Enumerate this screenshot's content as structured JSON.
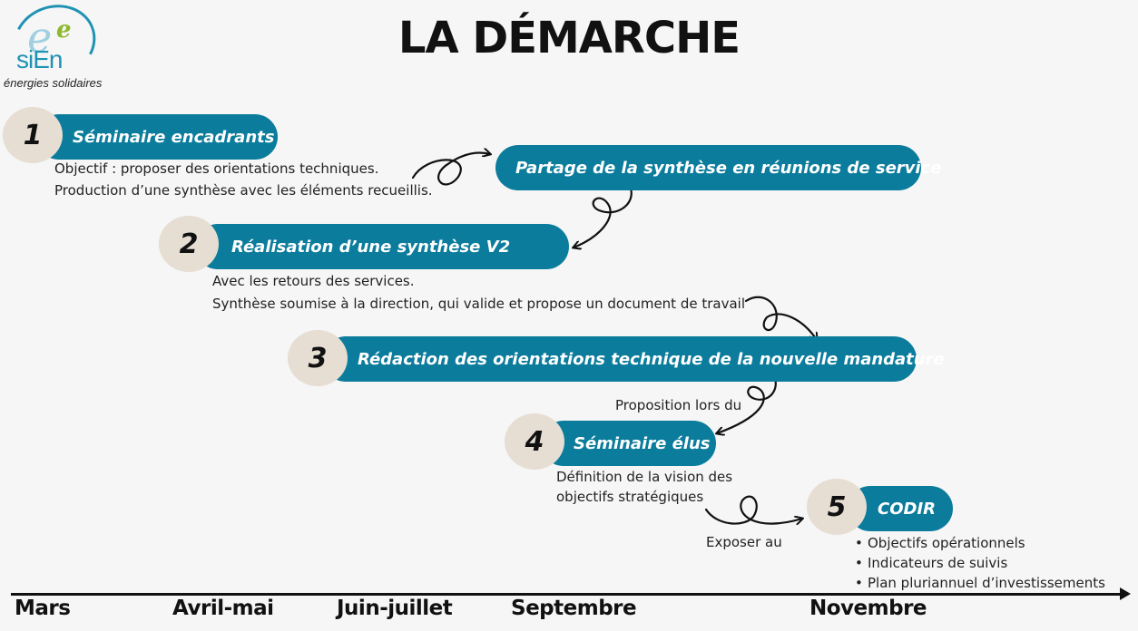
{
  "logo": {
    "letters_big": "e",
    "letters_small": "e",
    "word": "siEn",
    "tagline": "énergies solidaires"
  },
  "title": "LA DÉMARCHE",
  "steps": [
    {
      "number": "1",
      "label": "Séminaire encadrants",
      "description": [
        "Objectif : proposer des orientations techniques.",
        "Production d’une synthèse avec les éléments recueillis."
      ]
    },
    {
      "number": "",
      "label": "Partage de la synthèse en réunions de service"
    },
    {
      "number": "2",
      "label": "Réalisation d’une synthèse V2",
      "description": [
        "Avec les retours des services.",
        "Synthèse soumise à la direction, qui valide et propose un document de travail"
      ]
    },
    {
      "number": "3",
      "label": "Rédaction des orientations technique de la nouvelle mandature",
      "note": "Proposition lors du"
    },
    {
      "number": "4",
      "label": "Séminaire élus",
      "description": [
        "Définition de la vision des",
        "objectifs stratégiques"
      ],
      "note": "Exposer au"
    },
    {
      "number": "5",
      "label": "CODIR",
      "bullets": [
        "Objectifs opérationnels",
        "Indicateurs de suivis",
        "Plan pluriannuel d’investissements"
      ]
    }
  ],
  "timeline": [
    "Mars",
    "Avril-mai",
    "Juin-juillet",
    "Septembre",
    "Novembre"
  ],
  "colors": {
    "pill": "#0b7c9c",
    "number_blob": "#e6ddd3",
    "logo_blue": "#1f93b3",
    "logo_green": "#8cb92e"
  }
}
